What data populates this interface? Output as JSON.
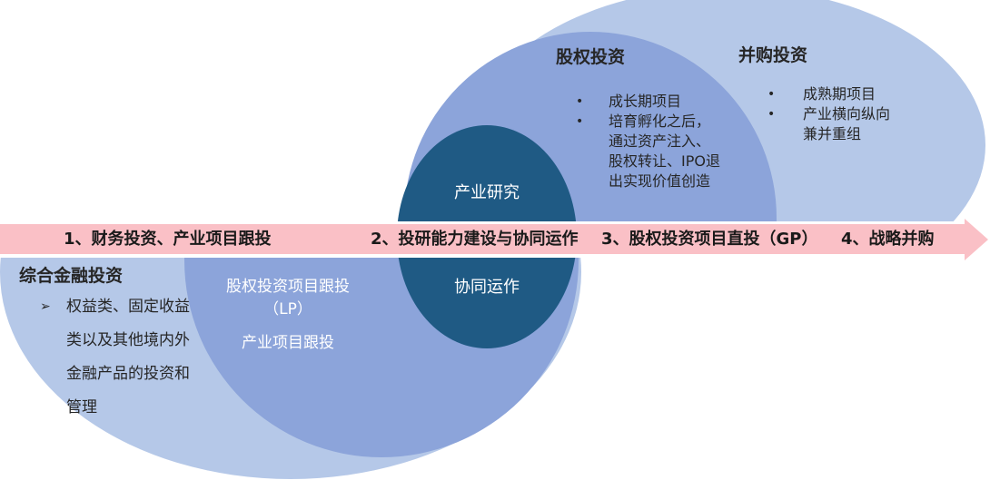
{
  "colors": {
    "light-blue": "#B5C8E8",
    "medium-blue": "#8CA4DA",
    "dark-blue": "#1F5A84",
    "pink": "#FAC0C6",
    "text-dark": "#262626",
    "band-text": "#1A1A1A"
  },
  "glyphs": {
    "bullet": "•",
    "arrow_marker": "➢"
  },
  "arrow_steps": [
    "1、财务投资、产业项目跟投",
    "2、投研能力建设与协同运作",
    "3、股权投资项目直投（GP）",
    "4、战略并购"
  ],
  "top_group": {
    "equity": {
      "title": "股权投资",
      "bullets": [
        "成长期项目",
        "培育孵化之后，通过资产注入、股权转让、IPO退出实现价值创造"
      ]
    },
    "ma": {
      "title": "并购投资",
      "bullets": [
        "成熟期项目",
        "产业横向纵向兼并重组"
      ]
    },
    "research_label": "产业研究"
  },
  "bottom_group": {
    "finance": {
      "title": "综合金融投资",
      "bullets": [
        "权益类、固定收益类以及其他境内外金融产品的投资和管理"
      ]
    },
    "follow_invest": {
      "line1": "股权投资项目跟投",
      "line2": "（LP）",
      "line3": "产业项目跟投"
    },
    "synergy_label": "协同运作"
  }
}
